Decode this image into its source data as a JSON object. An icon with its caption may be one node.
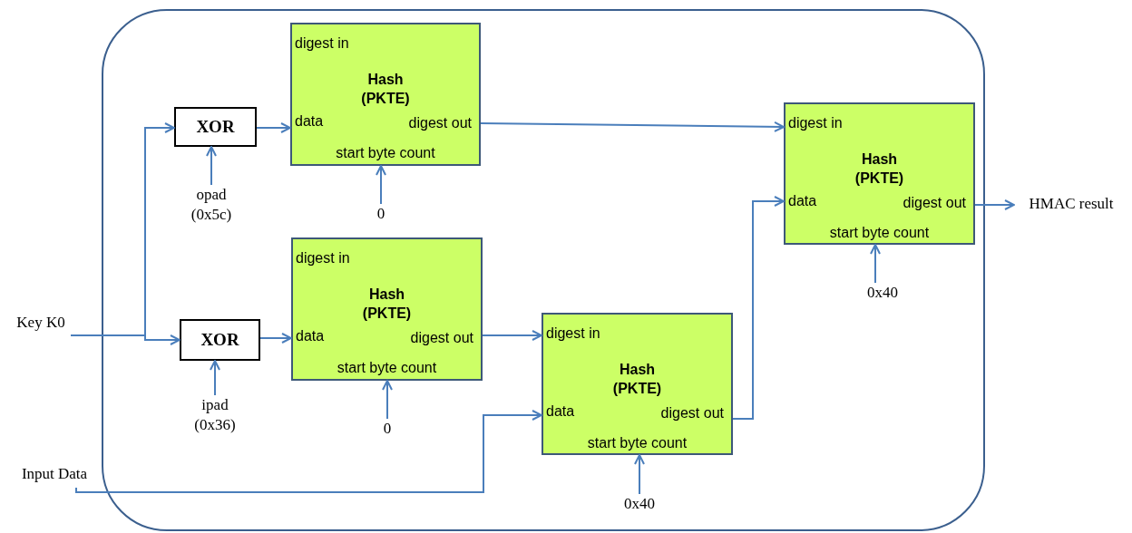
{
  "diagram": {
    "nodes": [
      {
        "text": [],
        "shape": "box"
      },
      {
        "text": [
          "XOR"
        ],
        "in": 0
      },
      {
        "text": [
          "digest in",
          "Hash (PKTE)",
          "data",
          "digest out",
          "start byte count"
        ],
        "in": 0
      },
      {
        "text": [
          "XOR"
        ],
        "in": 0
      },
      {
        "text": [
          "digest in",
          "Hash (PKTE)",
          "data",
          "digest out",
          "start byte count"
        ],
        "in": 0
      },
      {
        "text": [
          "digest in",
          "Hash (PKTE)",
          "data",
          "digest out",
          "start byte count"
        ],
        "in": 0
      },
      {
        "text": [
          "digest in",
          "Hash (PKTE)",
          "data",
          "digest out",
          "start byte count"
        ],
        "in": 0
      },
      {
        "text": [
          "opad (0x5c)"
        ],
        "in": 0
      },
      {
        "text": [
          "0"
        ],
        "in": 0
      },
      {
        "text": [
          "ipad (0x36)"
        ],
        "in": 0
      },
      {
        "text": [
          "0"
        ],
        "in": 0
      },
      {
        "text": [
          "0x40"
        ],
        "in": 0
      },
      {
        "text": [
          "0x40"
        ],
        "in": 0
      },
      {
        "text": [
          "Key K0"
        ]
      },
      {
        "text": [
          "Input Data"
        ]
      },
      {
        "text": [
          "HMAC result"
        ]
      }
    ],
    "edges": [
      {
        "from": 13,
        "to": 1,
        "arrow": "to"
      },
      {
        "from": 13,
        "to": 3,
        "arrow": "to"
      },
      {
        "from": 1,
        "to": 2,
        "arrow": "to"
      },
      {
        "from": 3,
        "to": 4,
        "arrow": "to"
      },
      {
        "from": 7,
        "to": 1,
        "arrow": "to"
      },
      {
        "from": 9,
        "to": 3,
        "arrow": "to"
      },
      {
        "from": 8,
        "to": 2,
        "arrow": "to"
      },
      {
        "from": 10,
        "to": 4,
        "arrow": "to"
      },
      {
        "from": 2,
        "to": 6,
        "arrow": "to"
      },
      {
        "from": 4,
        "to": 5,
        "arrow": "to"
      },
      {
        "from": 14,
        "to": 5,
        "arrow": "to"
      },
      {
        "from": 11,
        "to": 5,
        "arrow": "to"
      },
      {
        "from": 12,
        "to": 6,
        "arrow": "to"
      },
      {
        "from": 5,
        "to": 6,
        "arrow": "to"
      },
      {
        "from": 6,
        "to": 15,
        "arrow": "to"
      }
    ]
  }
}
